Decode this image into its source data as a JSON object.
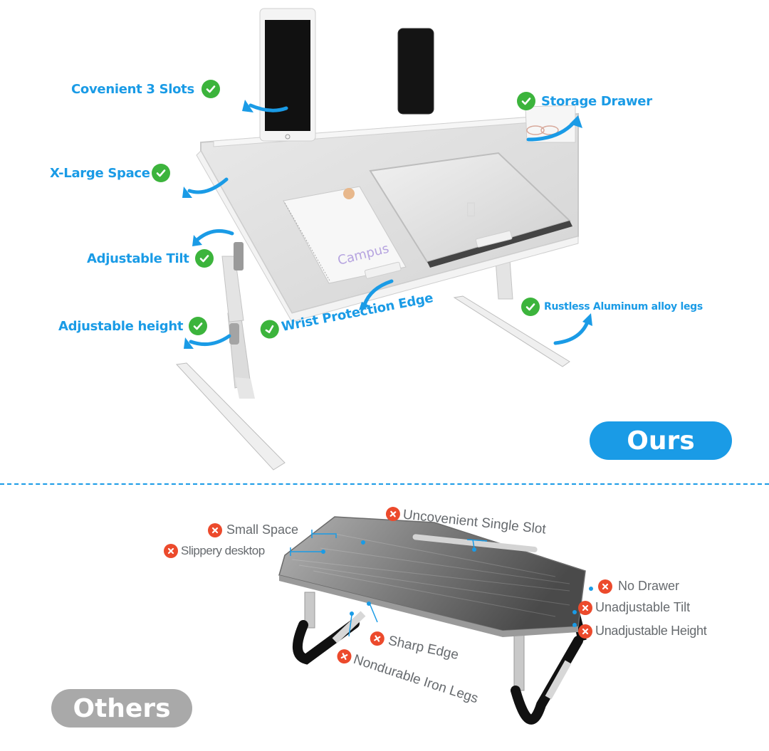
{
  "ours_section": {
    "badge": "Ours",
    "features": [
      {
        "label": "Covenient 3 Slots",
        "icon": "check-icon"
      },
      {
        "label": "Storage Drawer",
        "icon": "check-icon"
      },
      {
        "label": "X-Large Space",
        "icon": "check-icon"
      },
      {
        "label": "Adjustable Tilt",
        "icon": "check-icon"
      },
      {
        "label": "Adjustable height",
        "icon": "check-icon"
      },
      {
        "label": "Wrist Protection Edge",
        "icon": "check-icon"
      },
      {
        "label": "Rustless Aluminum alloy legs",
        "icon": "check-icon"
      }
    ],
    "notebook_brand": "Campus"
  },
  "others_section": {
    "badge": "Others",
    "drawbacks": [
      {
        "label": "Small Space",
        "icon": "x-icon"
      },
      {
        "label": "Slippery desktop",
        "icon": "x-icon"
      },
      {
        "label": "Uncovenient Single Slot",
        "icon": "x-icon"
      },
      {
        "label": "No Drawer",
        "icon": "x-icon"
      },
      {
        "label": "Unadjustable Tilt",
        "icon": "x-icon"
      },
      {
        "label": "Unadjustable Height",
        "icon": "x-icon"
      },
      {
        "label": "Sharp Edge",
        "icon": "x-icon"
      },
      {
        "label": "Nondurable Iron Legs",
        "icon": "x-icon"
      }
    ]
  },
  "colors": {
    "accent_blue": "#1a9be6",
    "check_green": "#3cb43c",
    "x_red": "#ec4a2c",
    "others_grey": "#a9a9a9",
    "label_grey": "#666a6e"
  }
}
